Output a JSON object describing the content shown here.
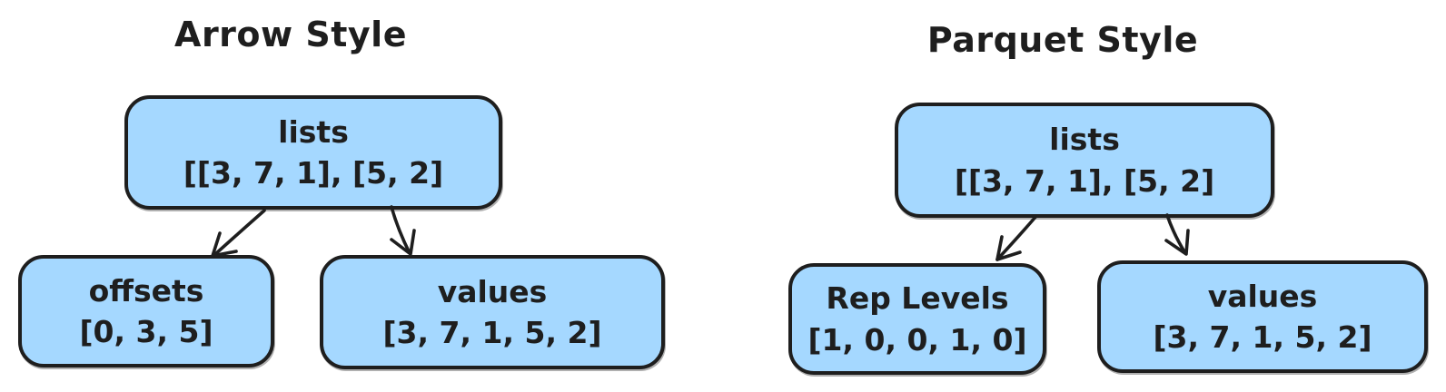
{
  "diagram": {
    "background": "#ffffff",
    "colors": {
      "node_fill": "#a5d8ff",
      "stroke": "#1e1e1e",
      "text": "#1e1e1e"
    },
    "left": {
      "title": "Arrow Style",
      "root": {
        "label": "lists",
        "value": "[[3, 7, 1], [5, 2]"
      },
      "children": [
        {
          "label": "offsets",
          "value": "[0, 3, 5]"
        },
        {
          "label": "values",
          "value": "[3, 7, 1, 5, 2]"
        }
      ],
      "edges": [
        {
          "from": "lists",
          "to": "offsets"
        },
        {
          "from": "lists",
          "to": "values"
        }
      ]
    },
    "right": {
      "title": "Parquet Style",
      "root": {
        "label": "lists",
        "value": "[[3, 7, 1], [5, 2]"
      },
      "children": [
        {
          "label": "Rep Levels",
          "value": "[1, 0, 0, 1, 0]"
        },
        {
          "label": "values",
          "value": "[3, 7, 1, 5, 2]"
        }
      ],
      "edges": [
        {
          "from": "lists",
          "to": "Rep Levels"
        },
        {
          "from": "lists",
          "to": "values"
        }
      ]
    }
  }
}
